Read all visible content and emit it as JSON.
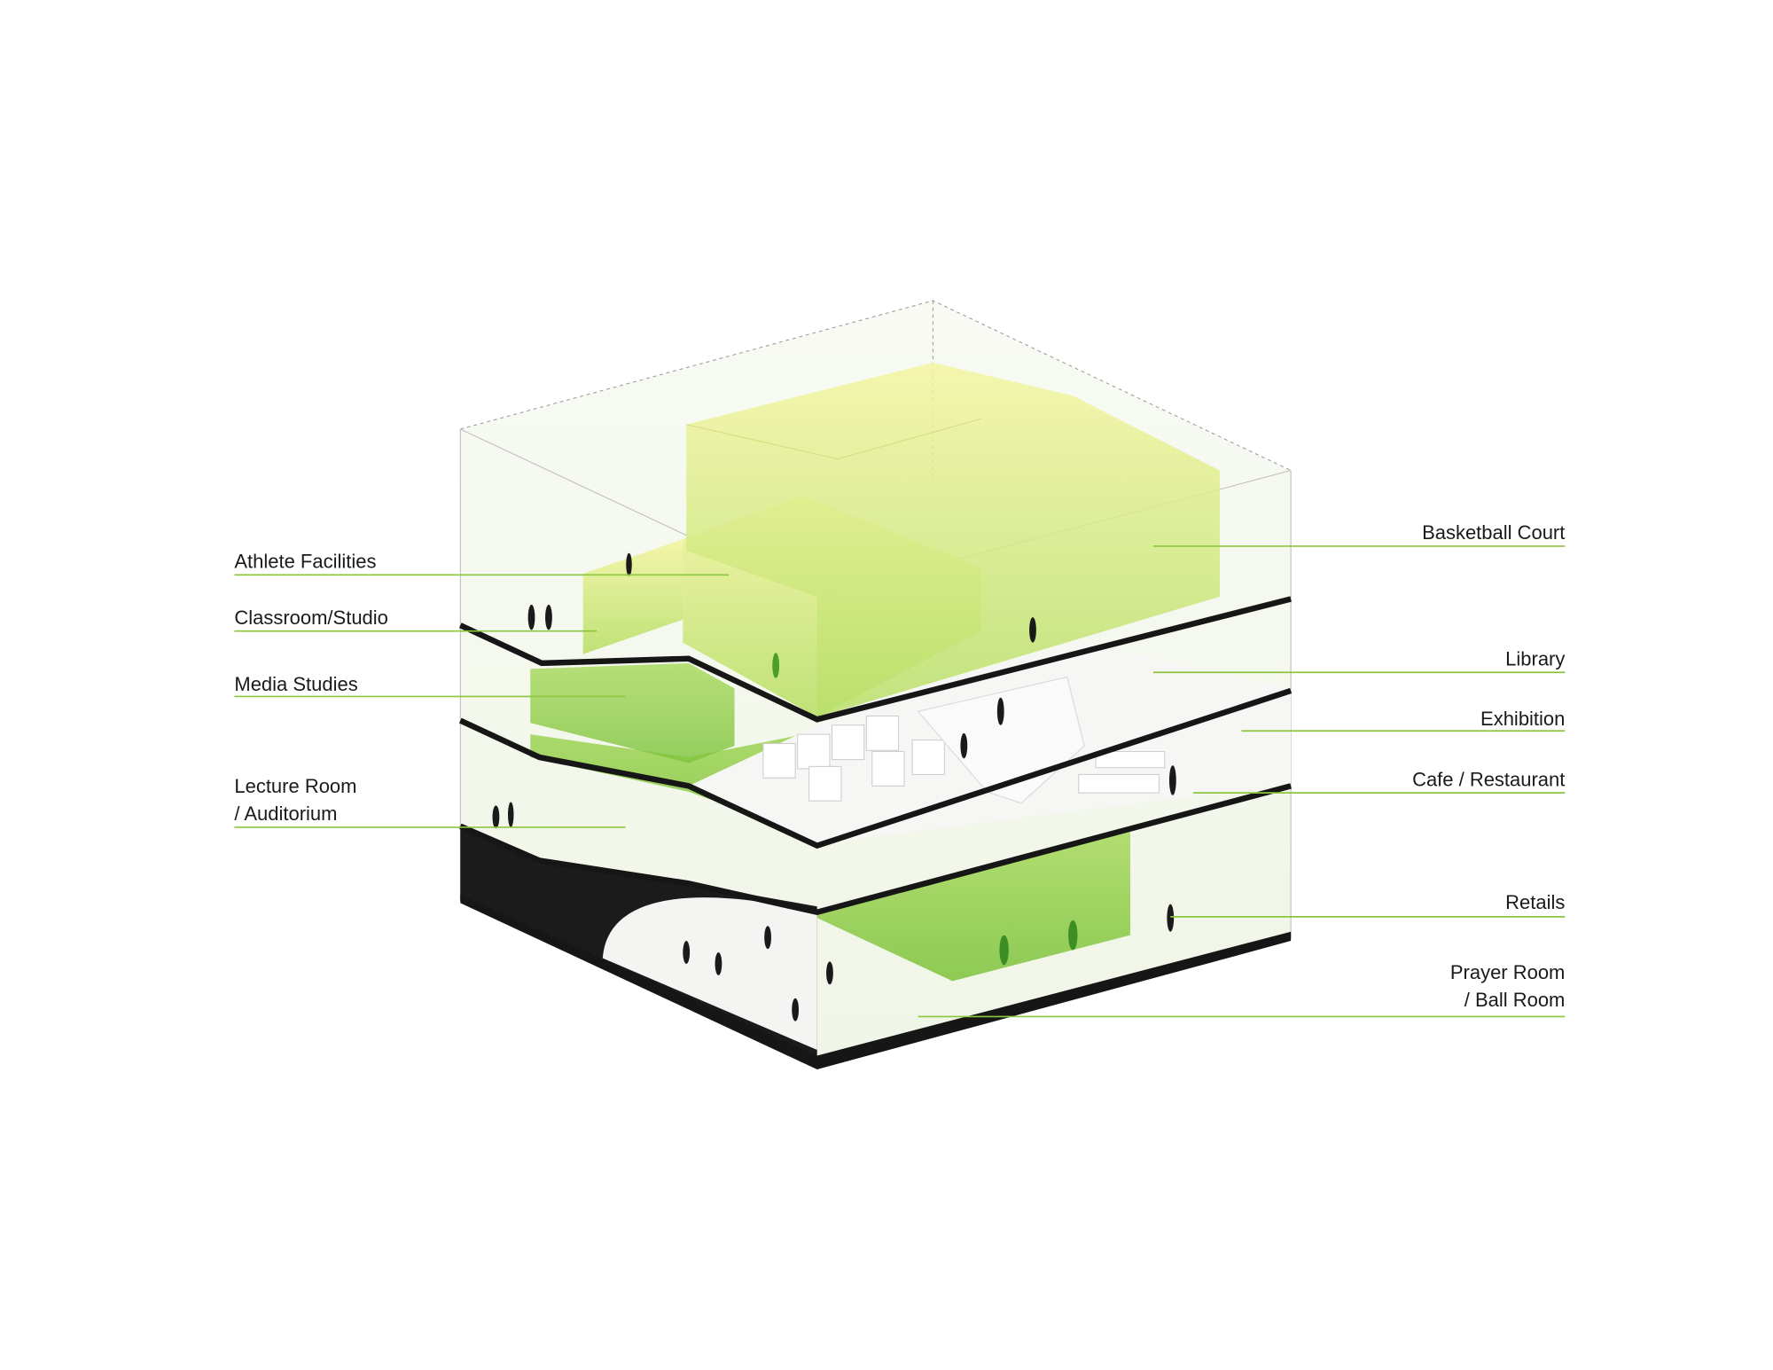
{
  "diagram": {
    "colors": {
      "accent_line": "#8cc63f",
      "volume_yellow": "#f2f3a0",
      "volume_green": "#9bd34a",
      "slab": "#161616"
    },
    "labels_left": [
      {
        "id": "athlete",
        "lines": [
          "Athlete Facilities"
        ]
      },
      {
        "id": "classroom",
        "lines": [
          "Classroom/Studio"
        ]
      },
      {
        "id": "media",
        "lines": [
          "Media Studies"
        ]
      },
      {
        "id": "lecture",
        "lines": [
          "Lecture Room",
          "/ Auditorium"
        ]
      }
    ],
    "labels_right": [
      {
        "id": "basketball",
        "lines": [
          "Basketball Court"
        ]
      },
      {
        "id": "library",
        "lines": [
          "Library"
        ]
      },
      {
        "id": "exhibition",
        "lines": [
          "Exhibition"
        ]
      },
      {
        "id": "cafe",
        "lines": [
          "Cafe / Restaurant"
        ]
      },
      {
        "id": "retails",
        "lines": [
          "Retails"
        ]
      },
      {
        "id": "prayer",
        "lines": [
          "Prayer Room",
          "/ Ball Room"
        ]
      }
    ]
  }
}
